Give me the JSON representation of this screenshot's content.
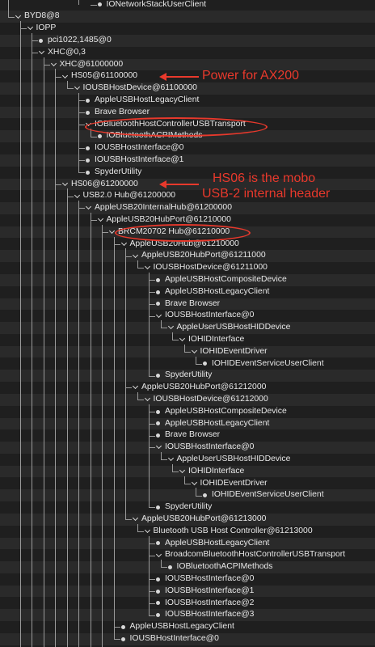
{
  "window": {
    "title": "IORegistryExplorer"
  },
  "tree": [
    {
      "label": "IONetworkStackUserClient",
      "depth": 7,
      "leaf": true
    },
    {
      "label": "BYD8@8",
      "depth": 0,
      "leaf": false
    },
    {
      "label": "IOPP",
      "depth": 1,
      "leaf": false
    },
    {
      "label": "pci1022,1485@0",
      "depth": 2,
      "leaf": true
    },
    {
      "label": "XHC@0,3",
      "depth": 2,
      "leaf": false
    },
    {
      "label": "XHC@61000000",
      "depth": 3,
      "leaf": false
    },
    {
      "label": "HS05@61100000",
      "depth": 4,
      "leaf": false
    },
    {
      "label": "IOUSBHostDevice@61100000",
      "depth": 5,
      "leaf": false
    },
    {
      "label": "AppleUSBHostLegacyClient",
      "depth": 6,
      "leaf": true
    },
    {
      "label": "Brave Browser",
      "depth": 6,
      "leaf": true
    },
    {
      "label": "IOBluetoothHostControllerUSBTransport",
      "depth": 6,
      "leaf": false
    },
    {
      "label": "IOBluetoothACPIMethods",
      "depth": 7,
      "leaf": true
    },
    {
      "label": "IOUSBHostInterface@0",
      "depth": 6,
      "leaf": true
    },
    {
      "label": "IOUSBHostInterface@1",
      "depth": 6,
      "leaf": true
    },
    {
      "label": "SpyderUtility",
      "depth": 6,
      "leaf": true
    },
    {
      "label": "HS06@61200000",
      "depth": 4,
      "leaf": false
    },
    {
      "label": "USB2.0 Hub@61200000",
      "depth": 5,
      "leaf": false
    },
    {
      "label": "AppleUSB20InternalHub@61200000",
      "depth": 6,
      "leaf": false
    },
    {
      "label": "AppleUSB20HubPort@61210000",
      "depth": 7,
      "leaf": false
    },
    {
      "label": "BRCM20702 Hub@61210000",
      "depth": 8,
      "leaf": false
    },
    {
      "label": "AppleUSB20Hub@61210000",
      "depth": 9,
      "leaf": false
    },
    {
      "label": "AppleUSB20HubPort@61211000",
      "depth": 10,
      "leaf": false
    },
    {
      "label": "IOUSBHostDevice@61211000",
      "depth": 11,
      "leaf": false
    },
    {
      "label": "AppleUSBHostCompositeDevice",
      "depth": 12,
      "leaf": true
    },
    {
      "label": "AppleUSBHostLegacyClient",
      "depth": 12,
      "leaf": true
    },
    {
      "label": "Brave Browser",
      "depth": 12,
      "leaf": true
    },
    {
      "label": "IOUSBHostInterface@0",
      "depth": 12,
      "leaf": false
    },
    {
      "label": "AppleUserUSBHostHIDDevice",
      "depth": 13,
      "leaf": false
    },
    {
      "label": "IOHIDInterface",
      "depth": 14,
      "leaf": false
    },
    {
      "label": "IOHIDEventDriver",
      "depth": 15,
      "leaf": false
    },
    {
      "label": "IOHIDEventServiceUserClient",
      "depth": 16,
      "leaf": true
    },
    {
      "label": "SpyderUtility",
      "depth": 12,
      "leaf": true
    },
    {
      "label": "AppleUSB20HubPort@61212000",
      "depth": 10,
      "leaf": false
    },
    {
      "label": "IOUSBHostDevice@61212000",
      "depth": 11,
      "leaf": false
    },
    {
      "label": "AppleUSBHostCompositeDevice",
      "depth": 12,
      "leaf": true
    },
    {
      "label": "AppleUSBHostLegacyClient",
      "depth": 12,
      "leaf": true
    },
    {
      "label": "Brave Browser",
      "depth": 12,
      "leaf": true
    },
    {
      "label": "IOUSBHostInterface@0",
      "depth": 12,
      "leaf": false
    },
    {
      "label": "AppleUserUSBHostHIDDevice",
      "depth": 13,
      "leaf": false
    },
    {
      "label": "IOHIDInterface",
      "depth": 14,
      "leaf": false
    },
    {
      "label": "IOHIDEventDriver",
      "depth": 15,
      "leaf": false
    },
    {
      "label": "IOHIDEventServiceUserClient",
      "depth": 16,
      "leaf": true
    },
    {
      "label": "SpyderUtility",
      "depth": 12,
      "leaf": true
    },
    {
      "label": "AppleUSB20HubPort@61213000",
      "depth": 10,
      "leaf": false
    },
    {
      "label": "Bluetooth USB Host Controller@61213000",
      "depth": 11,
      "leaf": false
    },
    {
      "label": "AppleUSBHostLegacyClient",
      "depth": 12,
      "leaf": true
    },
    {
      "label": "BroadcomBluetoothHostControllerUSBTransport",
      "depth": 12,
      "leaf": false
    },
    {
      "label": "IOBluetoothACPIMethods",
      "depth": 13,
      "leaf": true
    },
    {
      "label": "IOUSBHostInterface@0",
      "depth": 12,
      "leaf": true
    },
    {
      "label": "IOUSBHostInterface@1",
      "depth": 12,
      "leaf": true
    },
    {
      "label": "IOUSBHostInterface@2",
      "depth": 12,
      "leaf": true
    },
    {
      "label": "IOUSBHostInterface@3",
      "depth": 12,
      "leaf": true
    },
    {
      "label": "AppleUSBHostLegacyClient",
      "depth": 9,
      "leaf": true
    },
    {
      "label": "IOUSBHostInterface@0",
      "depth": 9,
      "leaf": true
    }
  ],
  "annotations": {
    "power_label": "Power for AX200",
    "hs06_line1": "HS06 is the mobo",
    "hs06_line2": "USB-2 internal header",
    "color": "#e8392c"
  }
}
